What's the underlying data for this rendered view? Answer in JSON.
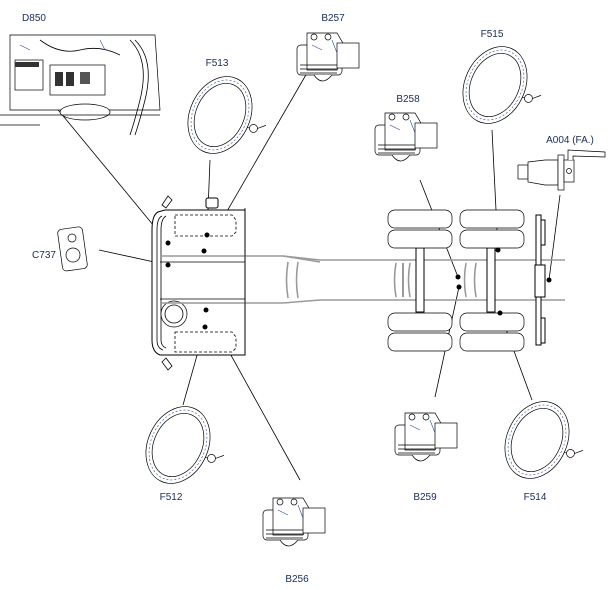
{
  "diagram": {
    "title": "Truck chassis component location diagram",
    "colors": {
      "label_text": "#1a2a5a",
      "line": "#000000",
      "frame_grey": "#9a9a9a",
      "detail_blue": "#2a4a9a"
    },
    "components": [
      {
        "id": "D850",
        "label": "D850",
        "type": "electrical-panel"
      },
      {
        "id": "B257",
        "label": "B257",
        "type": "valve"
      },
      {
        "id": "F513",
        "label": "F513",
        "type": "sensor-ring"
      },
      {
        "id": "F515",
        "label": "F515",
        "type": "sensor-ring"
      },
      {
        "id": "B258",
        "label": "B258",
        "type": "valve"
      },
      {
        "id": "A004",
        "label": "A004 (FA.)",
        "type": "connector"
      },
      {
        "id": "C737",
        "label": "C737",
        "type": "switch"
      },
      {
        "id": "F512",
        "label": "F512",
        "type": "sensor-ring"
      },
      {
        "id": "B256",
        "label": "B256",
        "type": "valve"
      },
      {
        "id": "B259",
        "label": "B259",
        "type": "valve"
      },
      {
        "id": "F514",
        "label": "F514",
        "type": "sensor-ring"
      }
    ]
  }
}
